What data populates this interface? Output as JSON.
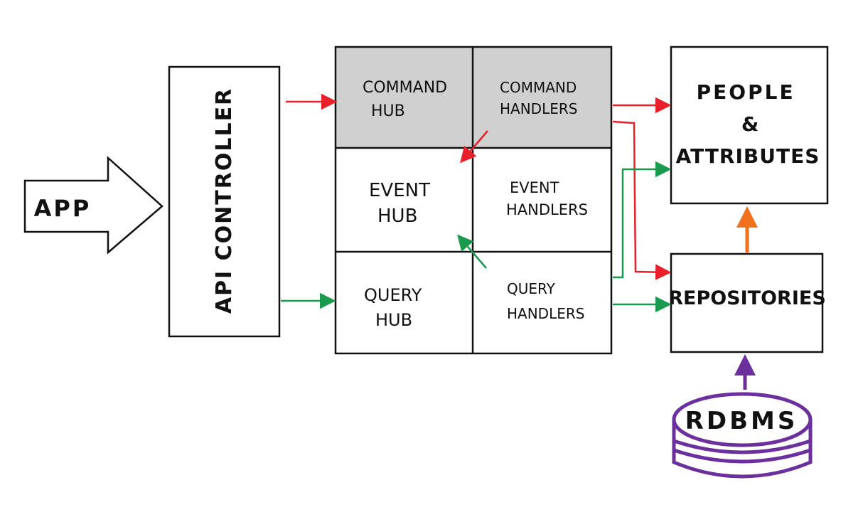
{
  "app": {
    "label": "APP"
  },
  "api_controller": {
    "label": "API CONTROLLER"
  },
  "hubs": {
    "command_hub": [
      "COMMAND",
      "HUB"
    ],
    "command_handlers": [
      "COMMAND",
      "HANDLERS"
    ],
    "event_hub": [
      "EVENT",
      "HUB"
    ],
    "event_handlers": [
      "EVENT",
      "HANDLERS"
    ],
    "query_hub": [
      "QUERY",
      "HUB"
    ],
    "query_handlers": [
      "QUERY",
      "HANDLERS"
    ]
  },
  "people_attributes": [
    "PEOPLE",
    "&",
    "ATTRIBUTES"
  ],
  "repositories": {
    "label": "REPOSITORIES"
  },
  "rdbms": {
    "label": "RDBMS"
  },
  "colors": {
    "command_arrow": "#e8202a",
    "query_arrow": "#1a9a4f",
    "repository_arrow": "#f0701e",
    "rdbms_color": "#6b2f9e",
    "command_fill": "#d0d0d0",
    "stroke": "#111111"
  }
}
